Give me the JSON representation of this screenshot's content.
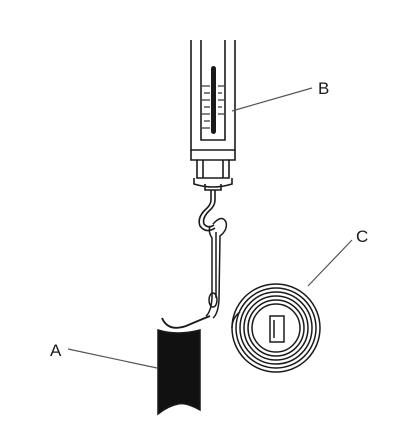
{
  "labels": {
    "a": "A",
    "b": "B",
    "c": "C"
  },
  "colors": {
    "ink": "#1a1a1a",
    "leader": "#555555",
    "sleeve_fill": "#111111"
  }
}
